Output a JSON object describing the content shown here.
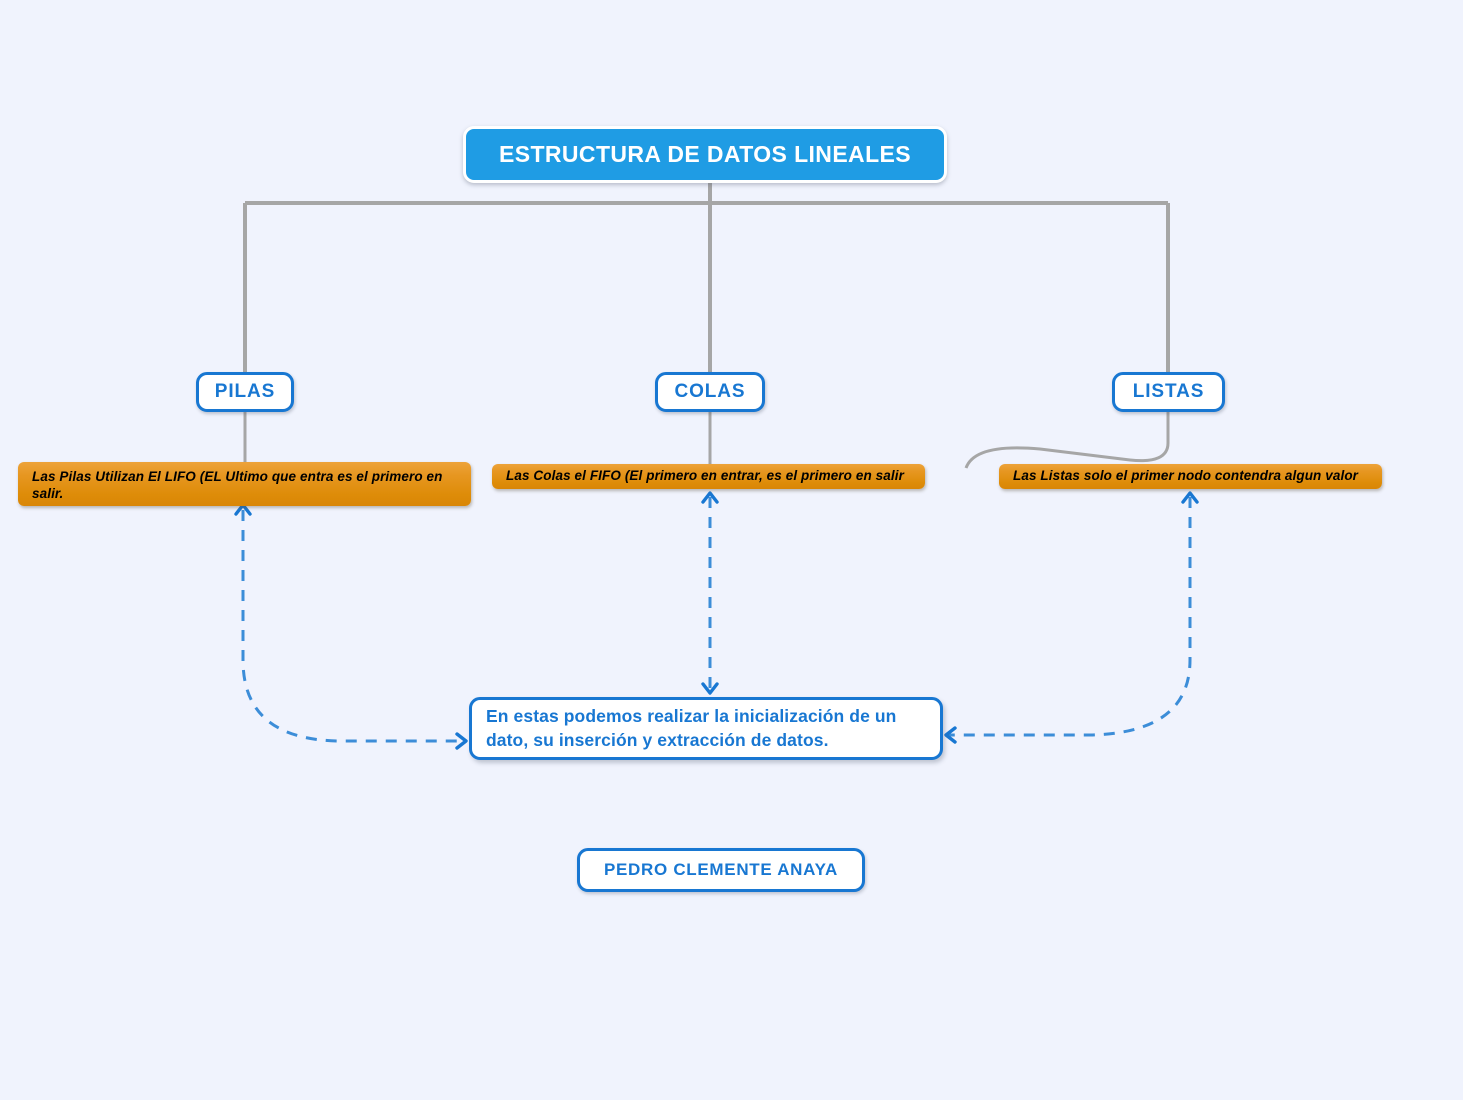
{
  "diagram": {
    "type": "mind-map",
    "background_color": "#F0F3FD",
    "root": {
      "id": "root",
      "label": "ESTRUCTURA DE DATOS LINEALES",
      "fill_color": "#1F9CE4",
      "text_color": "#FFFFFF"
    },
    "branches": [
      {
        "id": "pilas",
        "label": "PILAS",
        "fill_color": "#FFFFFF",
        "border_color": "#1877D2",
        "text_color": "#1877D2",
        "note": {
          "id": "note-pilas",
          "label": "Las Pilas Utilizan El LIFO (EL Ultimo que entra es el primero en salir.",
          "fill_color": "#DE8C08",
          "text_color": "#000000"
        }
      },
      {
        "id": "colas",
        "label": "COLAS",
        "fill_color": "#FFFFFF",
        "border_color": "#1877D2",
        "text_color": "#1877D2",
        "note": {
          "id": "note-colas",
          "label": "Las Colas  el FIFO (El primero en entrar, es el primero en salir",
          "fill_color": "#DE8C08",
          "text_color": "#000000"
        }
      },
      {
        "id": "listas",
        "label": "LISTAS",
        "fill_color": "#FFFFFF",
        "border_color": "#1877D2",
        "text_color": "#1877D2",
        "note": {
          "id": "note-listas",
          "label": "Las Listas solo el primer nodo contendra algun valor",
          "fill_color": "#DE8C08",
          "text_color": "#000000"
        }
      }
    ],
    "shared_info": {
      "id": "shared-info",
      "label": "En estas podemos realizar la inicialización de un dato, su inserción y extracción de datos.",
      "fill_color": "#FFFFFF",
      "border_color": "#1877D2",
      "text_color": "#1877D2"
    },
    "author": {
      "id": "author",
      "label": "PEDRO CLEMENTE ANAYA",
      "fill_color": "#FFFFFF",
      "border_color": "#1877D2",
      "text_color": "#1877D2"
    },
    "connectors": {
      "tree_line_color": "#A6A6A6",
      "link_line_color": "#3C8DD8",
      "link_style": "dashed-double-arrow"
    }
  }
}
